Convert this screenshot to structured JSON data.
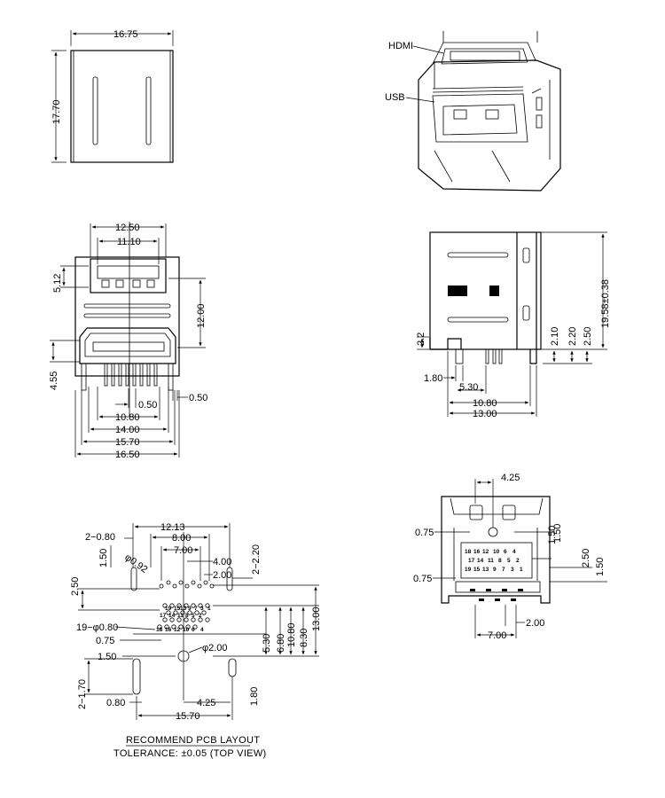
{
  "callouts": {
    "hdmi": "HDMI",
    "usb": "USB"
  },
  "top_view": {
    "width": "16.75",
    "height": "17.70"
  },
  "front_view": {
    "usb_outer": "12.50",
    "usb_inner": "11.10",
    "usb_height": "5.12",
    "pitch_height": "12.00",
    "hdmi_height": "4.55",
    "pin_pitch": "0.50",
    "pin_width": "0.50",
    "w1": "10.80",
    "w2": "14.00",
    "w3": "15.70",
    "w4": "16.50"
  },
  "side_view": {
    "total_height": "19.58±0.38",
    "d210": "2.10",
    "d220": "2.20",
    "d250": "2.50",
    "d22": "2.2",
    "d180": "1.80",
    "d530": "5.30",
    "d1080": "10.80",
    "d1300": "13.00"
  },
  "pcb_layout": {
    "d1213": "12.13",
    "d800": "8.00",
    "d700": "7.00",
    "d400": "4.00",
    "d200": "2.00",
    "two_080": "2−0.80",
    "d150": "1.50",
    "phi092": "φ0.92",
    "two_220": "2−2.20",
    "d250": "2.50",
    "nineteen_080": "19−φ0.80",
    "d075": "0.75",
    "d150b": "1.50",
    "phi200": "φ2.00",
    "d530": "5.30",
    "d680": "6.80",
    "d1080": "10.80",
    "d830": "8.30",
    "d1300": "13.00",
    "two_170": "2−1.70",
    "d080": "0.80",
    "d425": "4.25",
    "d180": "1.80",
    "d1570": "15.70",
    "pins_upper_row1": [
      "18",
      "16",
      "14",
      "12",
      "10",
      "8",
      "6",
      "4",
      "2"
    ],
    "pins_upper_row2": [
      "19",
      "17",
      "15",
      "13",
      "11",
      "9",
      "7",
      "5",
      "3",
      "1"
    ],
    "pins_lower_row1": [
      "19",
      "15",
      "13",
      "9",
      "7",
      "3",
      "1"
    ],
    "pins_lower_row2": [
      "17",
      "14",
      "11",
      "8",
      "5",
      "2"
    ],
    "pins_lower_row3": [
      "18",
      "16",
      "12",
      "10",
      "6",
      "4"
    ]
  },
  "rear_view": {
    "d425": "4.25",
    "d075a": "0.75",
    "d150a": "1.50",
    "d150b": "1.50",
    "d250": "2.50",
    "d150c": "1.50",
    "d075b": "0.75",
    "d200": "2.00",
    "d700": "7.00",
    "pins_row1": [
      "18",
      "16",
      "12",
      "10",
      "6",
      "4"
    ],
    "pins_row2": [
      "17",
      "14",
      "11",
      "8",
      "5",
      "2"
    ],
    "pins_row3": [
      "19",
      "15",
      "13",
      "9",
      "7",
      "3",
      "1"
    ]
  },
  "caption": {
    "line1": "RECOMMEND PCB LAYOUT",
    "line2": "TOLERANCE: ±0.05 (TOP VIEW)"
  }
}
